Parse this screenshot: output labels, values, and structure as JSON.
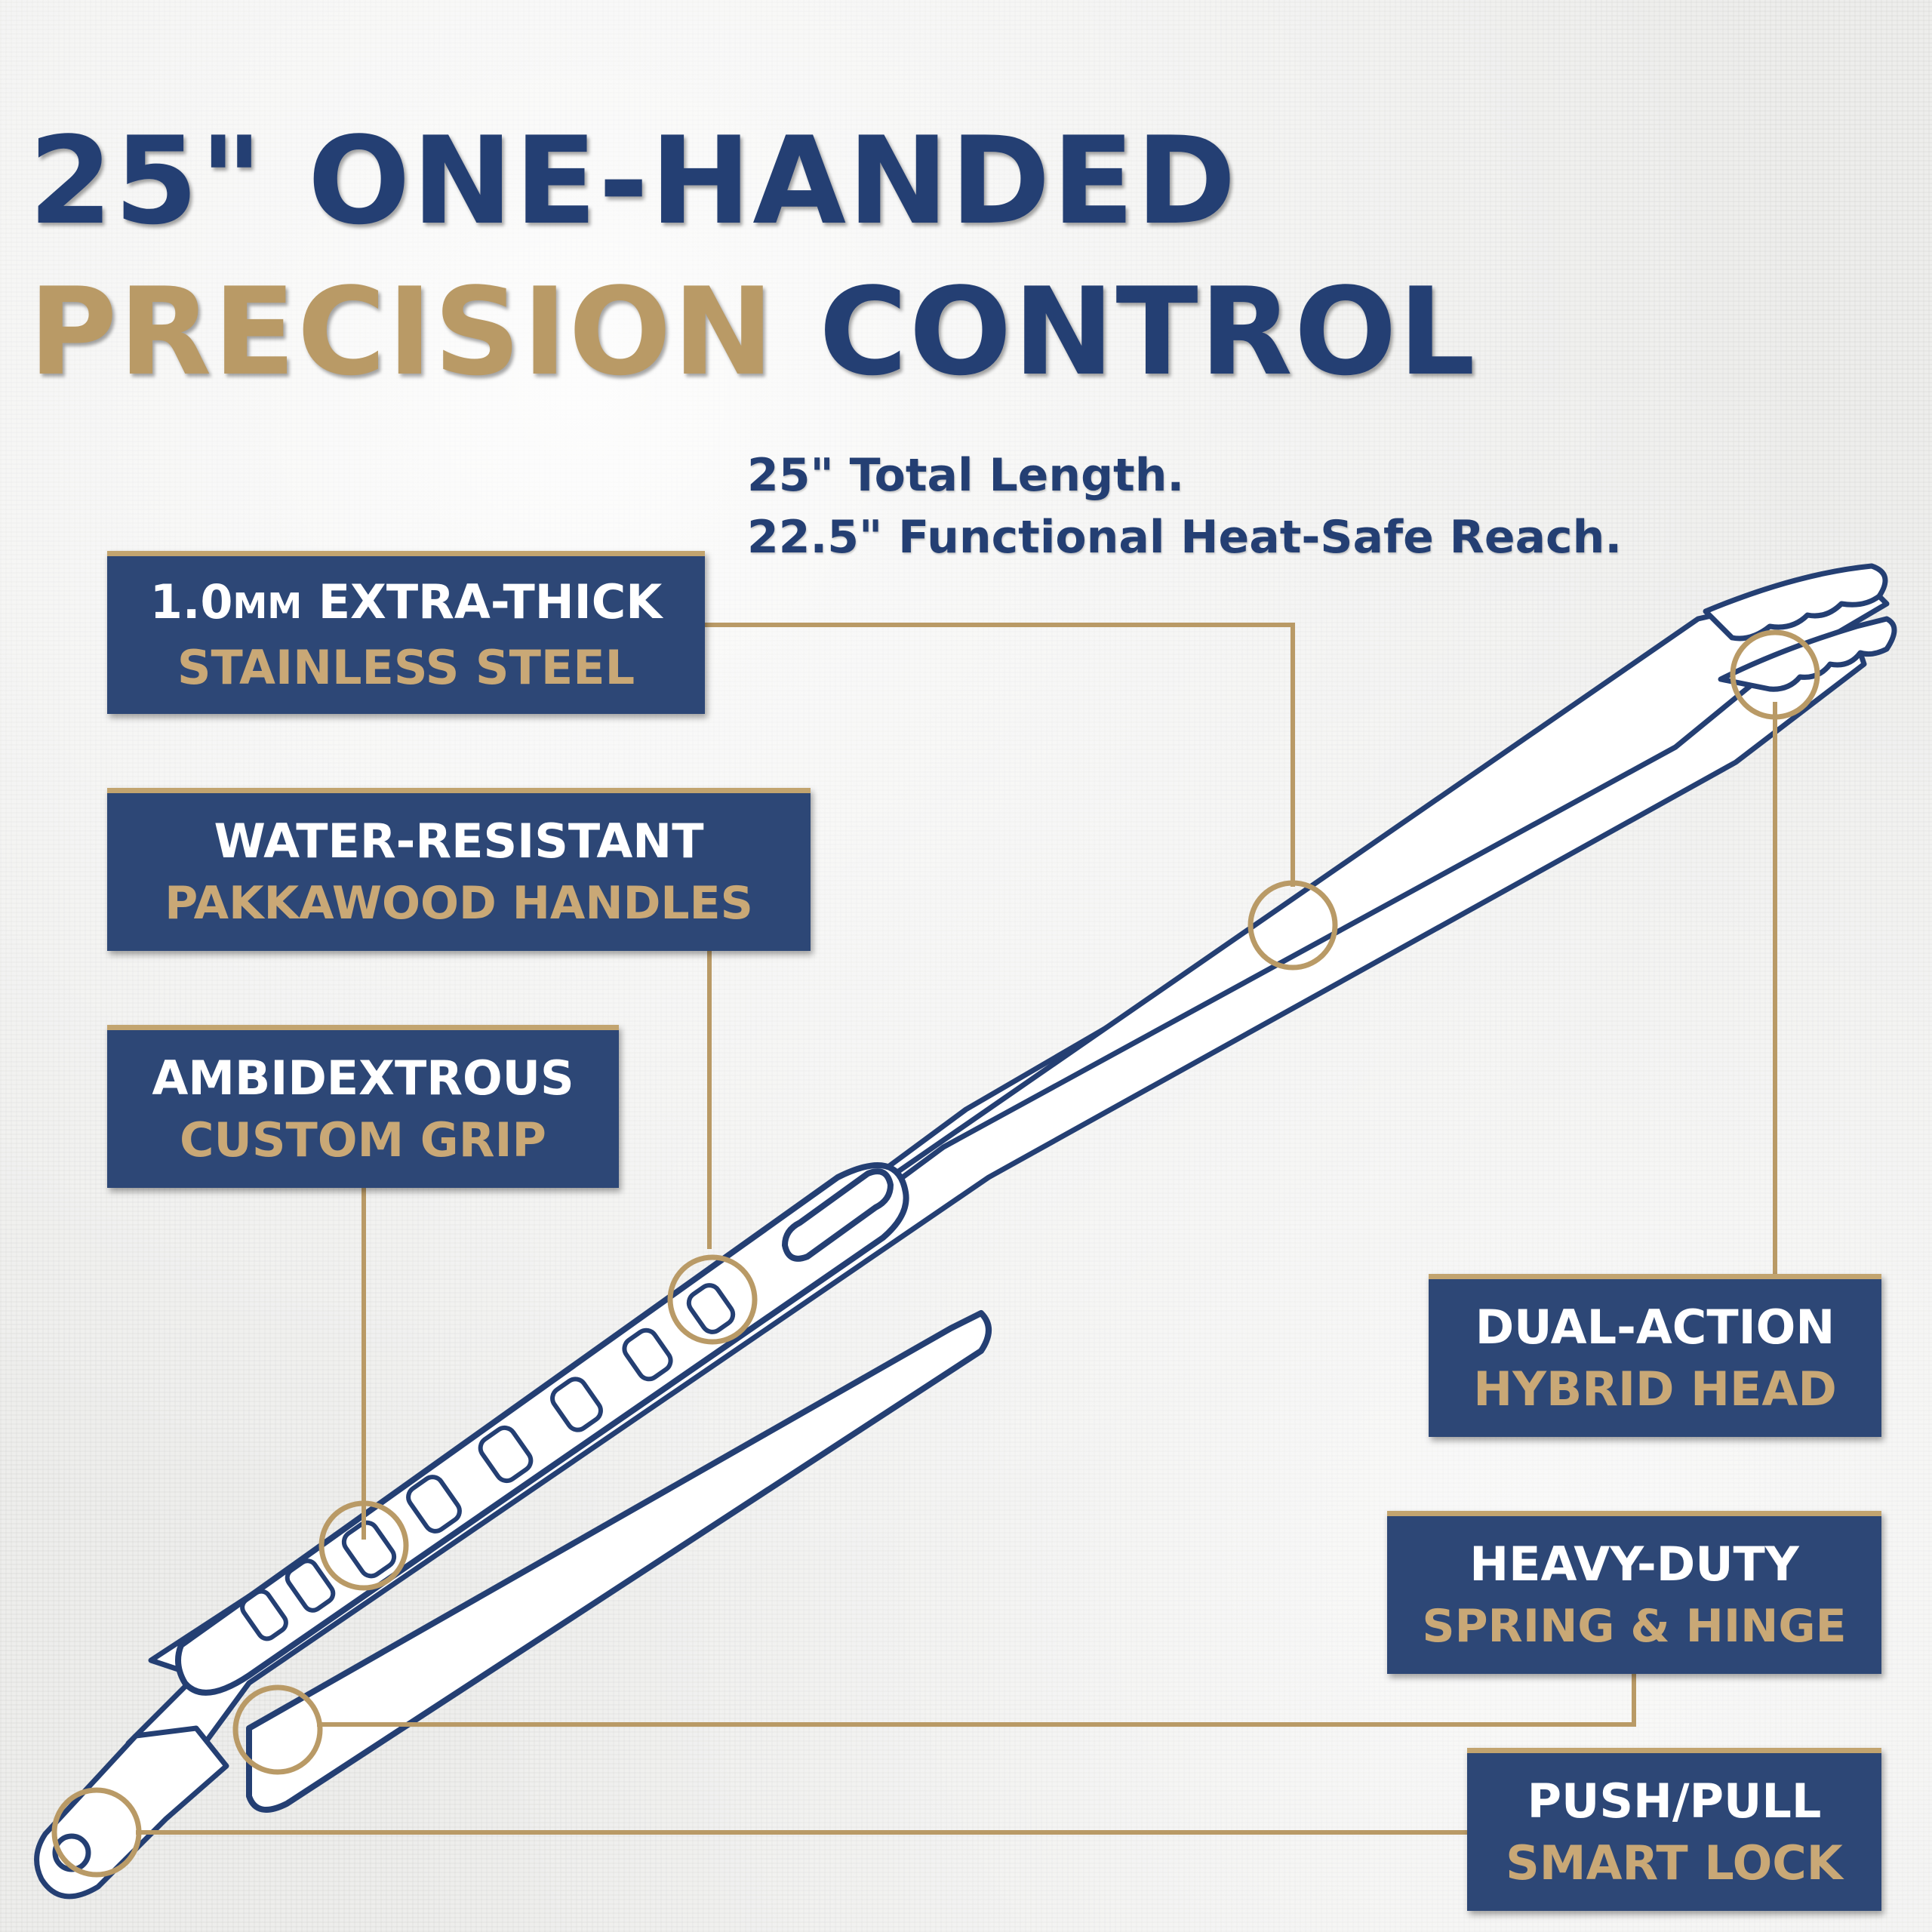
{
  "headline": {
    "line1": "25\" ONE-HANDED",
    "line2_accent": "PRECISION",
    "line2_rest": " CONTROL"
  },
  "specs": {
    "line1": "25\" Total Length.",
    "line2": "22.5\" Functional Heat-Safe Reach."
  },
  "callouts": {
    "steel": {
      "line1_num": "1.0",
      "line1_unit": "MM",
      "line1_rest": " EXTRA-THICK",
      "line2": "STAINLESS STEEL"
    },
    "handles": {
      "line1": "WATER-RESISTANT",
      "line2": "PAKKAWOOD HANDLES"
    },
    "grip": {
      "line1": "AMBIDEXTROUS",
      "line2": "CUSTOM GRIP"
    },
    "head": {
      "line1": "DUAL-ACTION",
      "line2": "HYBRID HEAD"
    },
    "spring": {
      "line1": "HEAVY-DUTY",
      "line2": "SPRING & HINGE"
    },
    "lock": {
      "line1": "PUSH/PULL",
      "line2": "SMART LOCK"
    }
  },
  "colors": {
    "navy": "#243f73",
    "gold": "#b99a66",
    "callout_bg": "#2d4776"
  },
  "illustration": "tongs-line-drawing"
}
